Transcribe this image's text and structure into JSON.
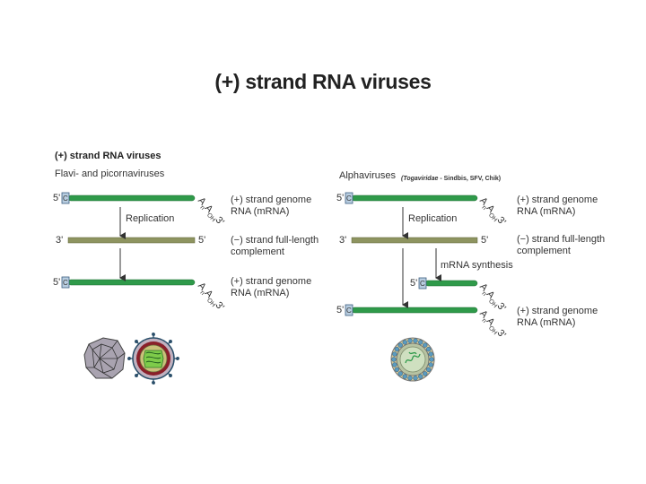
{
  "title": "(+) strand RNA viruses",
  "left": {
    "header": "(+) strand RNA viruses",
    "subheader": "Flavi- and picornaviruses",
    "top_strand": {
      "five": "5'",
      "cap": "C",
      "desc_line1": "(+) strand genome",
      "desc_line2": "RNA (mRNA)"
    },
    "replication": "Replication",
    "middle_strand": {
      "three": "3'",
      "five": "5'",
      "desc_line1": "(−) strand full-length",
      "desc_line2": "complement"
    },
    "bottom_strand": {
      "five": "5'",
      "cap": "C",
      "desc_line1": "(+) strand genome",
      "desc_line2": "RNA (mRNA)"
    },
    "poly_a": {
      "A": "A",
      "n": "n",
      "A2": "A",
      "OH": "OH",
      "three": "3'"
    }
  },
  "right": {
    "subheader": "Alphaviruses",
    "family_note": "(Togaviridae",
    "family_note_rest": " - Sindbis, SFV, Chik)",
    "top_strand": {
      "five": "5'",
      "cap": "C",
      "desc_line1": "(+) strand genome",
      "desc_line2": "RNA (mRNA)"
    },
    "replication": "Replication",
    "middle_strand": {
      "three": "3'",
      "five": "5'",
      "desc_line1": "(−) strand full-length",
      "desc_line2": "complement"
    },
    "mrna_synthesis": "mRNA synthesis",
    "sub_strand": {
      "five": "5'",
      "cap": "C"
    },
    "bottom_strand": {
      "five": "5'",
      "cap": "C",
      "desc_line1": "(+) strand genome",
      "desc_line2": "RNA (mRNA)"
    },
    "poly_a": {
      "A": "A",
      "n": "n",
      "A2": "A",
      "OH": "OH",
      "three": "3'"
    }
  },
  "colors": {
    "plus_strand": "#2f9a4a",
    "minus_strand": "#8e9460",
    "cap": "#b8cde0",
    "arrow": "#333333"
  },
  "icons": [
    "picornavirus-capsid-icon",
    "flavivirus-virion-icon",
    "alphavirus-virion-icon"
  ]
}
